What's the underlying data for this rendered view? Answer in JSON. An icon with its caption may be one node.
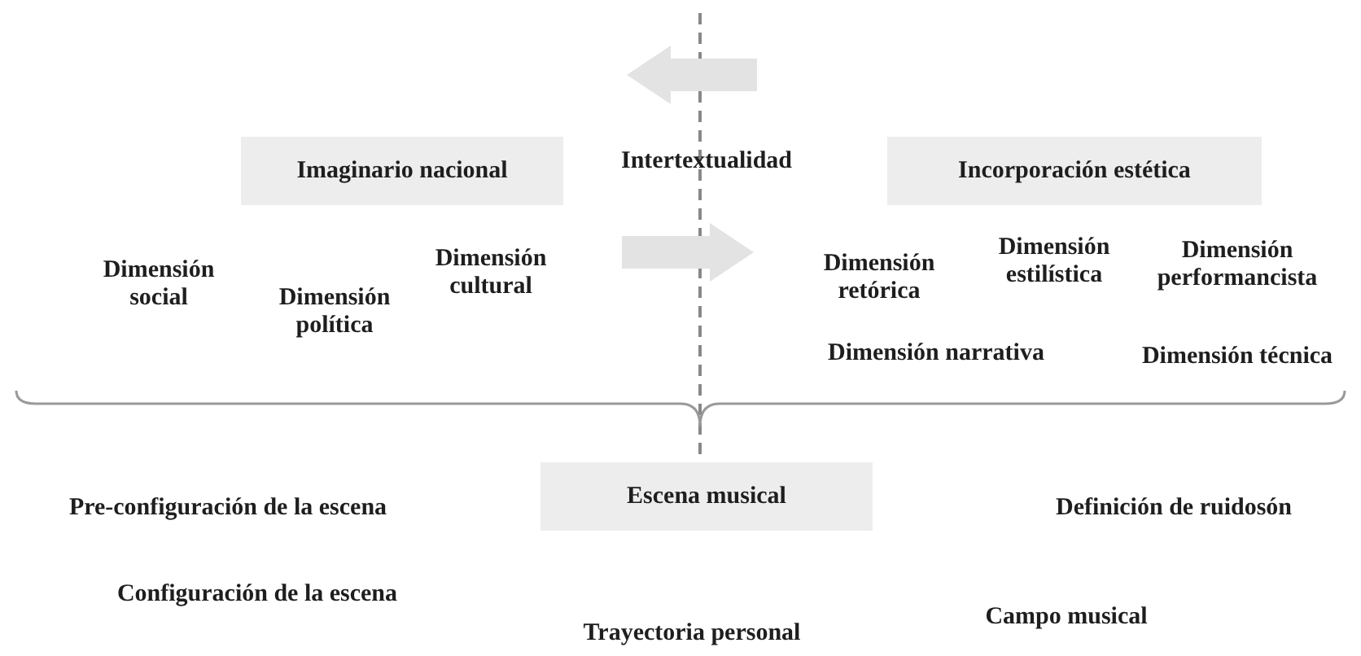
{
  "diagram": {
    "nodes": [
      {
        "text": [
          "Imaginario nacional"
        ]
      },
      {
        "text": [
          "Incorporación estética"
        ]
      },
      {
        "text": [
          "Escena musical"
        ]
      }
    ],
    "labels": [
      "Intertextualidad",
      "Dimensión social",
      "Dimensión política",
      "Dimensión cultural",
      "Dimensión retórica",
      "Dimensión estilística",
      "Dimensión performancista",
      "Dimensión narrativa",
      "Dimensión técnica",
      "Pre-configuración de la escena",
      "Definición de ruidosón",
      "Configuración de la escena",
      "Trayectoria personal",
      "Campo musical"
    ]
  }
}
